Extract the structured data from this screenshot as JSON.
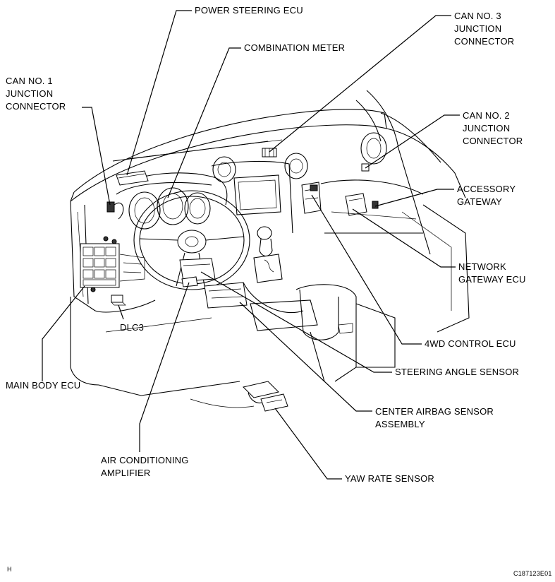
{
  "labels": {
    "power_steering_ecu": "POWER STEERING ECU",
    "combination_meter": "COMBINATION METER",
    "can_no1": [
      "CAN NO. 1",
      "JUNCTION",
      "CONNECTOR"
    ],
    "can_no3": [
      "CAN NO. 3",
      "JUNCTION",
      "CONNECTOR"
    ],
    "can_no2": [
      "CAN NO. 2",
      "JUNCTION",
      "CONNECTOR"
    ],
    "accessory_gateway": [
      "ACCESSORY",
      "GATEWAY"
    ],
    "network_gateway_ecu": [
      "NETWORK",
      "GATEWAY ECU"
    ],
    "fourwd_control_ecu": "4WD CONTROL ECU",
    "steering_angle_sensor": "STEERING ANGLE SENSOR",
    "center_airbag_sensor": [
      "CENTER AIRBAG SENSOR",
      "ASSEMBLY"
    ],
    "yaw_rate_sensor": "YAW RATE SENSOR",
    "air_conditioning_amplifier": [
      "AIR CONDITIONING",
      "AMPLIFIER"
    ],
    "main_body_ecu": "MAIN BODY ECU",
    "dlc3": "DLC3"
  },
  "footer": {
    "left_code": "H",
    "figure_id": "C187123E01"
  }
}
